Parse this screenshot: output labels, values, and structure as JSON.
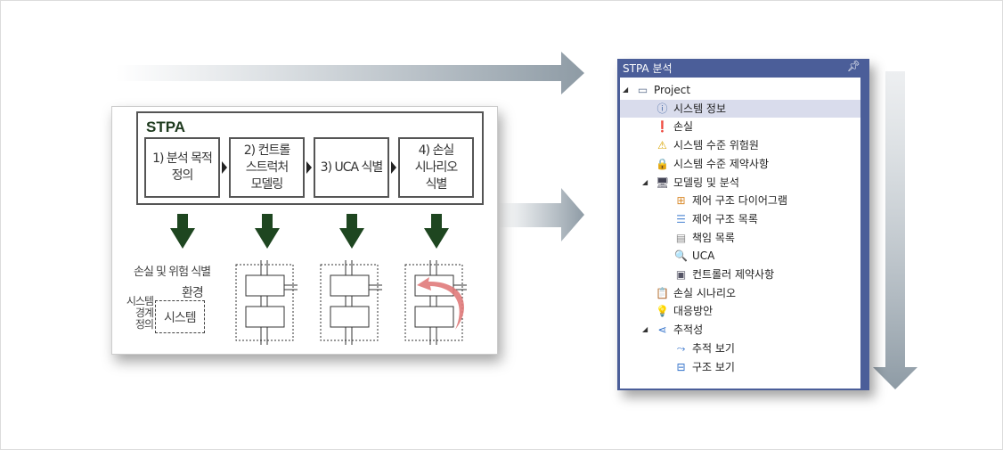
{
  "diagram": {
    "title": "STPA",
    "steps": [
      "1) 분석 목적\n정의",
      "2) 컨트롤\n스트럭처\n모델링",
      "3) UCA 식별",
      "4) 손실\n시나리오\n식별"
    ],
    "loss_label": "손실 및 위험 식별",
    "env_label": "환경",
    "boundary_label": "시스템\n경계\n정의",
    "system_label": "시스템"
  },
  "panel": {
    "title": "STPA 분석",
    "pin_icon": "pin-icon",
    "tree": [
      {
        "label": "Project",
        "level": 0,
        "toggle": true,
        "icon": "folder-icon"
      },
      {
        "label": "시스템 정보",
        "level": 1,
        "icon": "info-icon",
        "selected": true
      },
      {
        "label": "손실",
        "level": 1,
        "icon": "error-icon"
      },
      {
        "label": "시스템 수준 위험원",
        "level": 1,
        "icon": "warning-icon"
      },
      {
        "label": "시스템 수준 제약사항",
        "level": 1,
        "icon": "lock-warning-icon"
      },
      {
        "label": "모델링 및 분석",
        "level": 1,
        "toggle": true,
        "icon": "monitor-icon"
      },
      {
        "label": "제어 구조 다이어그램",
        "level": 2,
        "icon": "hierarchy-icon"
      },
      {
        "label": "제어 구조 목록",
        "level": 2,
        "icon": "list-icon"
      },
      {
        "label": "책임 목록",
        "level": 2,
        "icon": "notepad-icon"
      },
      {
        "label": "UCA",
        "level": 2,
        "icon": "uca-search-icon"
      },
      {
        "label": "컨트롤러 제약사항",
        "level": 2,
        "icon": "controller-constraint-icon"
      },
      {
        "label": "손실 시나리오",
        "level": 1,
        "icon": "clipboard-icon"
      },
      {
        "label": "대응방안",
        "level": 1,
        "icon": "lightbulb-icon"
      },
      {
        "label": "추적성",
        "level": 1,
        "toggle": true,
        "icon": "share-icon"
      },
      {
        "label": "추적 보기",
        "level": 2,
        "icon": "trace-icon"
      },
      {
        "label": "구조 보기",
        "level": 2,
        "icon": "structure-icon"
      }
    ]
  }
}
